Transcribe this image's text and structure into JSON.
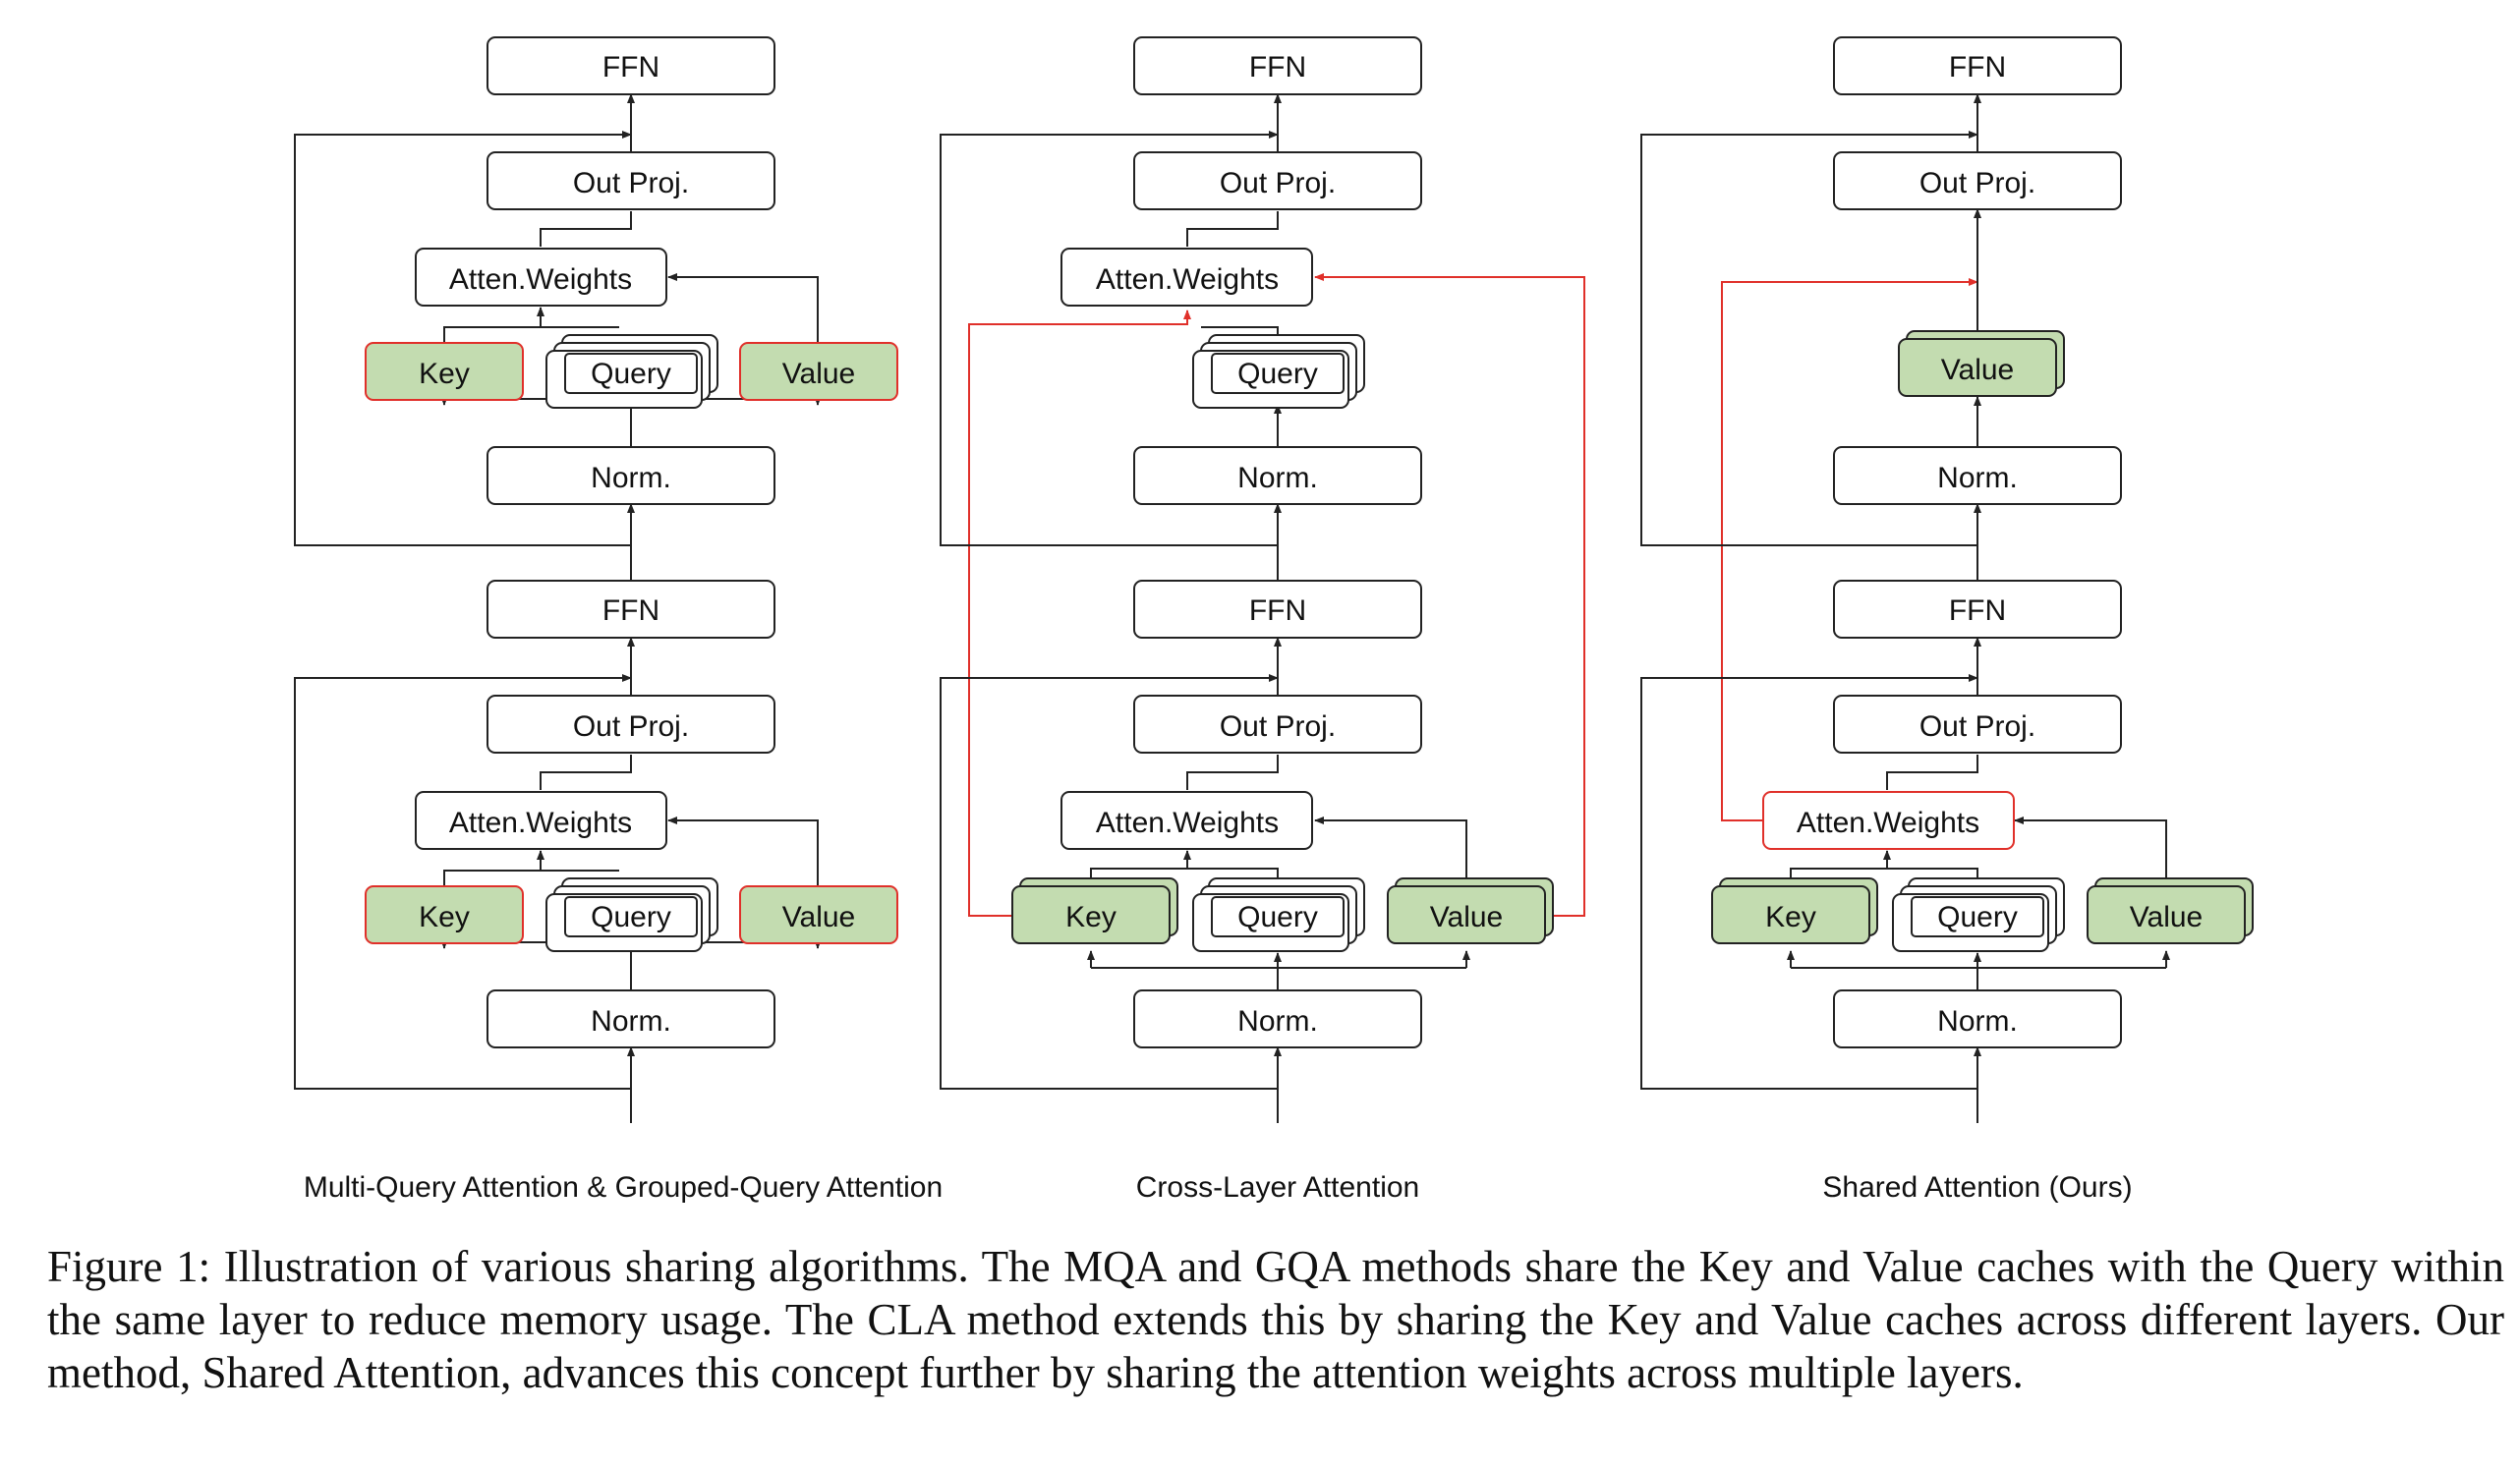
{
  "labels": {
    "ffn": "FFN",
    "out_proj": "Out Proj.",
    "atten_weights": "Atten.Weights",
    "key": "Key",
    "query": "Query",
    "value": "Value",
    "norm": "Norm."
  },
  "panels": [
    {
      "id": "mqa-gqa",
      "caption": "Multi-Query Attention & Grouped-Query Attention"
    },
    {
      "id": "cla",
      "caption": "Cross-Layer Attention"
    },
    {
      "id": "shared-attention",
      "caption": "Shared Attention (Ours)"
    }
  ],
  "colors": {
    "kv_fill": "#c3dcb0",
    "highlight": "#e0302a",
    "stroke": "#222222"
  },
  "figure_caption": "Figure 1: Illustration of various sharing algorithms. The MQA and GQA methods share the Key and Value caches with the Query within the same layer to reduce memory usage. The CLA method extends this by sharing the Key and Value caches across different layers. Our method, Shared Attention, advances this concept further by sharing the attention weights across multiple layers."
}
